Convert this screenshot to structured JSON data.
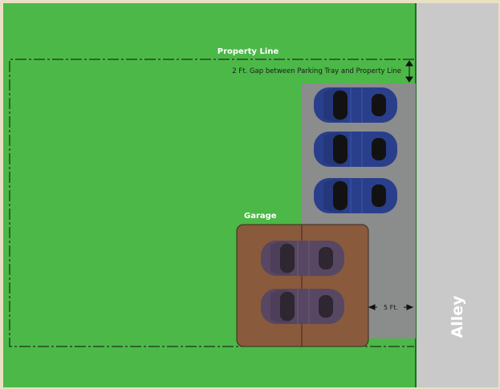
{
  "labels": {
    "property_line": "Property Line",
    "gap_note": "2 Ft. Gap between Parking Tray and Property Line",
    "garage": "Garage",
    "width_note": "5 Ft.",
    "alley": "Alley"
  },
  "colors": {
    "border": "#e8e0c2",
    "lawn": "#4cb848",
    "lawn_edge": "#1e6d24",
    "alley": "#c9c9c9",
    "parking_tray": "#8b8c8c",
    "garage": "#8a5a3c",
    "blue_car": "#2a3f8c",
    "garage_car": "#574763",
    "window": "#121212",
    "text_light": "#ffffff",
    "line_dark": "#111111"
  },
  "cars": [
    {
      "id": "tray-car-1",
      "location": "parking tray",
      "color": "blue"
    },
    {
      "id": "tray-car-2",
      "location": "parking tray",
      "color": "blue"
    },
    {
      "id": "tray-car-3",
      "location": "parking tray",
      "color": "blue"
    },
    {
      "id": "garage-car-1",
      "location": "garage",
      "color": "purple"
    },
    {
      "id": "garage-car-2",
      "location": "garage",
      "color": "purple"
    }
  ]
}
